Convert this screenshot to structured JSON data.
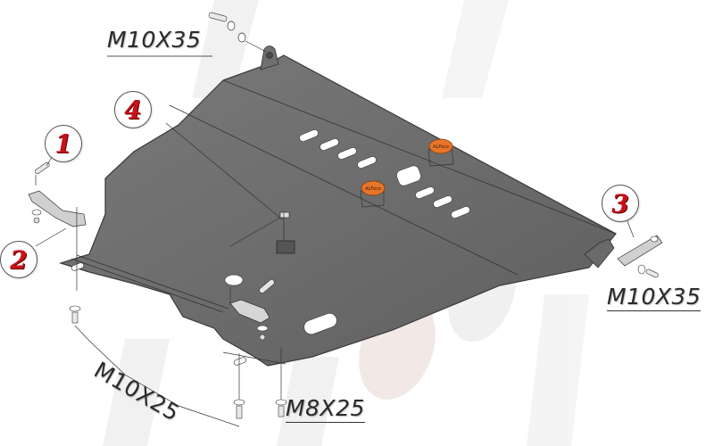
{
  "diagram": {
    "subject": "Engine skid plate assembly (exploded view)",
    "colors": {
      "plate": "#6e6e6e",
      "plate_dark": "#4f4f4f",
      "bracket": "#cfcfcf",
      "callout_number": "#c8121a",
      "clip": "#e8752a",
      "watermark": "#dcdcdc"
    },
    "callouts": [
      {
        "id": "1",
        "label": "1",
        "part": "pin / bolt"
      },
      {
        "id": "2",
        "label": "2",
        "part": "left bracket"
      },
      {
        "id": "3",
        "label": "3",
        "part": "right bracket plate"
      },
      {
        "id": "4",
        "label": "4",
        "part": "cage nut / clip"
      }
    ],
    "fasteners": {
      "top": "M10X35",
      "right": "M10X35",
      "bottom_left": "M10X25",
      "bottom_center": "M8X25"
    },
    "clips": [
      {
        "text": "ALFeco"
      },
      {
        "text": "ALFeco"
      }
    ],
    "watermark": "ALFeco"
  }
}
